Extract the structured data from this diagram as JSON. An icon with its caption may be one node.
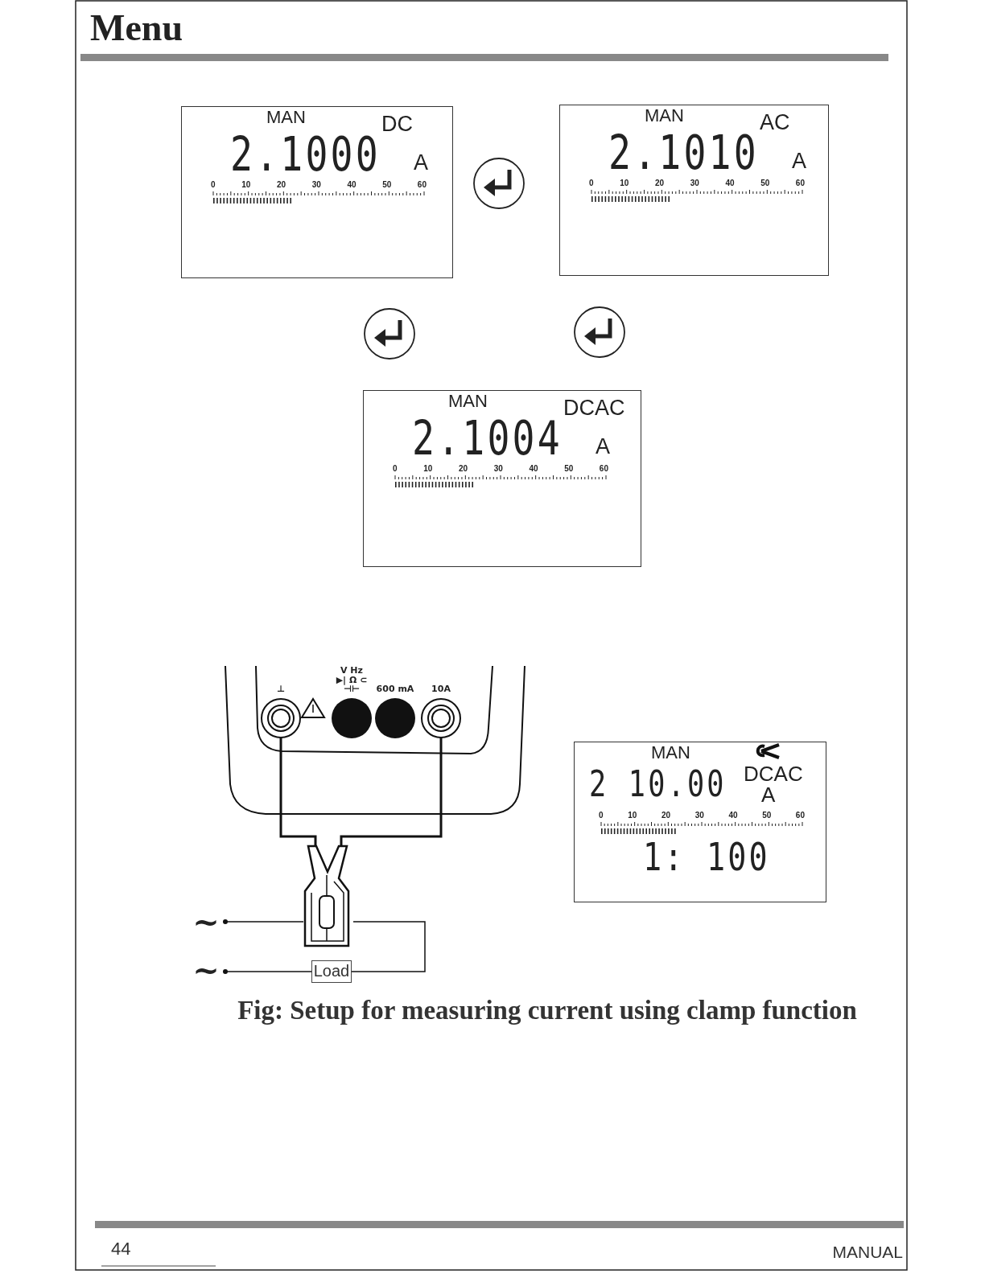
{
  "diagram": {
    "title": "Menu",
    "caption": "Fig: Setup for measuring current using clamp function",
    "nodes": [
      {
        "text": [
          "MAN",
          "DC",
          "2.1000",
          "A",
          "0 10 20 30 40 50 60"
        ]
      },
      {
        "text": [
          "MAN",
          "AC",
          "2.1010",
          "A",
          "0 10 20 30 40 50 60"
        ]
      },
      {
        "text": [
          "MAN",
          "DCAC",
          "2.1004",
          "A",
          "0 10 20 30 40 50 60"
        ]
      },
      {
        "text": [
          "⊥"
        ]
      },
      {
        "text": [
          "V Hz ▶| Ω ⊂ ⊣⊢"
        ]
      },
      {
        "text": [
          "600 mA"
        ]
      },
      {
        "text": [
          "10A"
        ]
      },
      {
        "text": [],
        "shape": "picture"
      },
      {
        "text": [
          "~"
        ]
      },
      {
        "text": [
          "~"
        ]
      },
      {
        "text": [
          "Load"
        ]
      },
      {
        "text": [
          "MAN",
          "DCAC",
          "2 10.00",
          "A",
          "0 10 20 30 40 50 60",
          "1: 100"
        ]
      }
    ],
    "edges": [
      {
        "from": 3,
        "to": 7,
        "arrow": "none"
      },
      {
        "from": 6,
        "to": 7,
        "arrow": "none"
      },
      {
        "from": 8,
        "to": 7,
        "arrow": "other"
      },
      {
        "from": 7,
        "to": 10,
        "arrow": "none"
      },
      {
        "from": 9,
        "to": 10,
        "arrow": "other"
      }
    ],
    "labels": [
      "44",
      "MANUAL"
    ]
  }
}
